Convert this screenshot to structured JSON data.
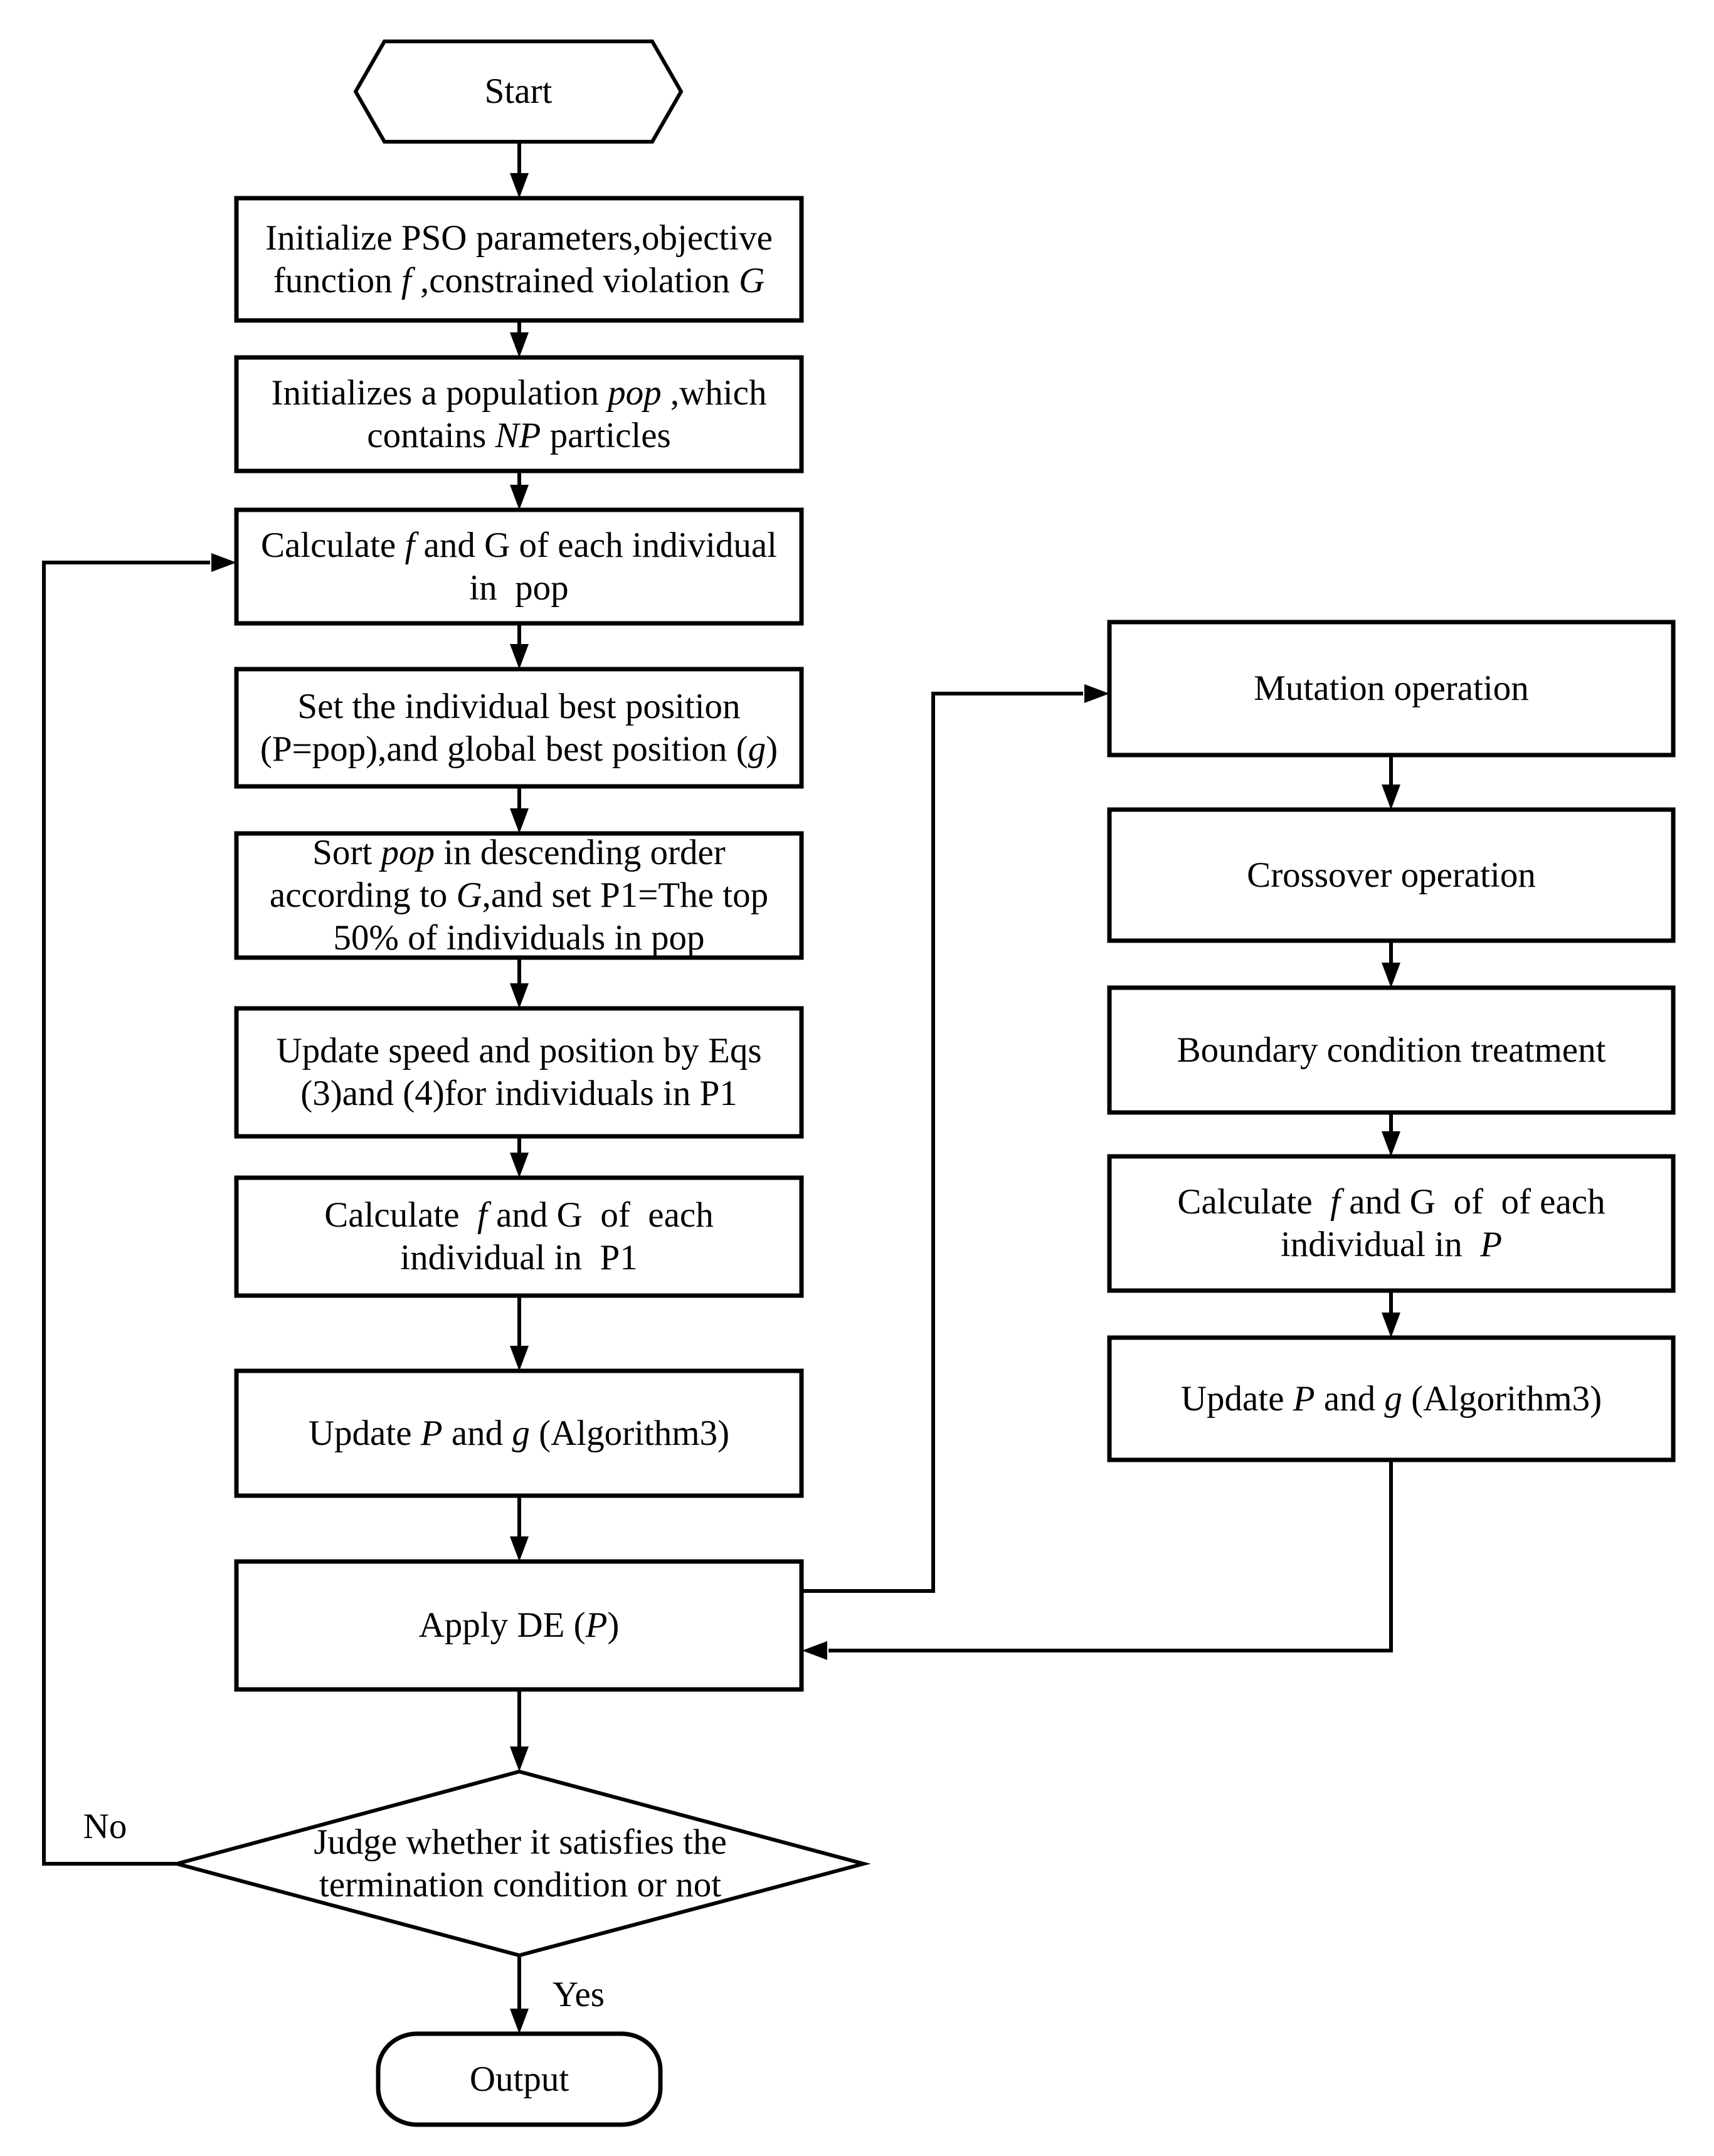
{
  "page": {
    "background": "#ffffff",
    "ink": "#000000"
  },
  "labels": {
    "start": "Start",
    "output": "Output",
    "no": "No",
    "yes": "Yes"
  },
  "nodes": {
    "init_params": {
      "lines": [
        [
          {
            "t": "Initialize PSO parameters,objective"
          }
        ],
        [
          {
            "t": "function "
          },
          {
            "t": "f",
            "i": 1
          },
          {
            "t": " ,constrained violation "
          },
          {
            "t": "G",
            "i": 1
          }
        ]
      ]
    },
    "init_pop": {
      "lines": [
        [
          {
            "t": "Initializes a population "
          },
          {
            "t": "pop",
            "i": 1
          },
          {
            "t": " ,which"
          }
        ],
        [
          {
            "t": "contains "
          },
          {
            "t": "NP",
            "i": 1
          },
          {
            "t": " particles"
          }
        ]
      ]
    },
    "calc_pop": {
      "lines": [
        [
          {
            "t": "Calculate "
          },
          {
            "t": "f",
            "i": 1
          },
          {
            "t": " and G of each individual"
          }
        ],
        [
          {
            "t": "in  pop"
          }
        ]
      ]
    },
    "set_best": {
      "lines": [
        [
          {
            "t": "Set the individual best position"
          }
        ],
        [
          {
            "t": "(P=pop),and global best position ("
          },
          {
            "t": "g",
            "i": 1
          },
          {
            "t": ")"
          }
        ]
      ]
    },
    "sort_pop": {
      "lines": [
        [
          {
            "t": "Sort "
          },
          {
            "t": "pop",
            "i": 1
          },
          {
            "t": " in descending order"
          }
        ],
        [
          {
            "t": "according to "
          },
          {
            "t": "G",
            "i": 1
          },
          {
            "t": ",and set P1=The top"
          }
        ],
        [
          {
            "t": "50% of individuals in pop"
          }
        ]
      ]
    },
    "update_speed": {
      "lines": [
        [
          {
            "t": "Update speed and position by Eqs"
          }
        ],
        [
          {
            "t": "(3)and (4)for individuals in P1"
          }
        ]
      ]
    },
    "calc_p1": {
      "lines": [
        [
          {
            "t": "Calculate  "
          },
          {
            "t": "f",
            "i": 1
          },
          {
            "t": " and G  of  each"
          }
        ],
        [
          {
            "t": "individual in  P1"
          }
        ]
      ]
    },
    "update_pg": {
      "lines": [
        [
          {
            "t": "Update "
          },
          {
            "t": "P",
            "i": 1
          },
          {
            "t": " and "
          },
          {
            "t": "g",
            "i": 1
          },
          {
            "t": " (Algorithm3)"
          }
        ]
      ]
    },
    "apply_de": {
      "lines": [
        [
          {
            "t": "Apply DE ("
          },
          {
            "t": "P",
            "i": 1
          },
          {
            "t": ")"
          }
        ]
      ]
    },
    "judge": {
      "lines": [
        [
          {
            "t": "Judge whether it satisfies the"
          }
        ],
        [
          {
            "t": "termination condition or not"
          }
        ]
      ]
    },
    "mutation": {
      "lines": [
        [
          {
            "t": "Mutation operation"
          }
        ]
      ]
    },
    "crossover": {
      "lines": [
        [
          {
            "t": "Crossover operation"
          }
        ]
      ]
    },
    "boundary": {
      "lines": [
        [
          {
            "t": "Boundary condition treatment"
          }
        ]
      ]
    },
    "calc_p": {
      "lines": [
        [
          {
            "t": "Calculate  "
          },
          {
            "t": "f",
            "i": 1
          },
          {
            "t": " and G  of  of each"
          }
        ],
        [
          {
            "t": "individual in  "
          },
          {
            "t": "P",
            "i": 1
          }
        ]
      ]
    },
    "update_pg2": {
      "lines": [
        [
          {
            "t": "Update "
          },
          {
            "t": "P",
            "i": 1
          },
          {
            "t": " and "
          },
          {
            "t": "g",
            "i": 1
          },
          {
            "t": " (Algorithm3)"
          }
        ]
      ]
    }
  }
}
